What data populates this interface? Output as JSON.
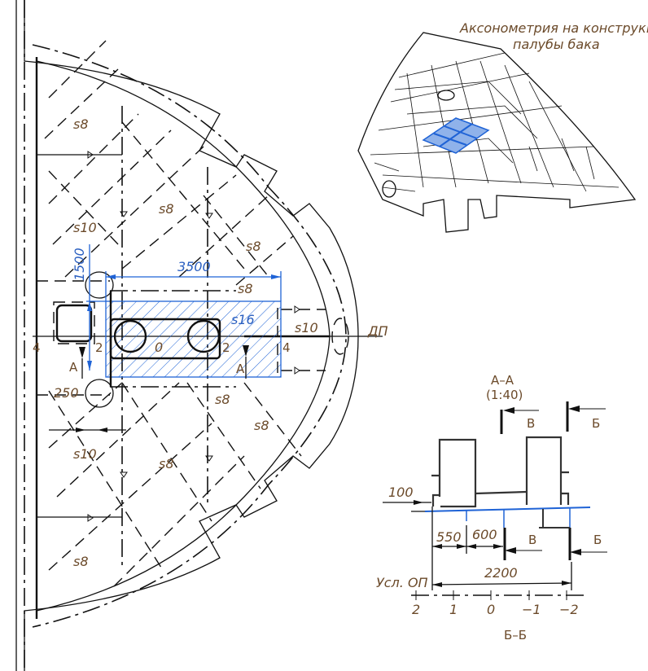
{
  "axonometry": {
    "title_line1": "Аксонометрия на конструкцию",
    "title_line2": "палубы бака",
    "accent_color": "#1f63d6"
  },
  "plan": {
    "thickness_labels": [
      "s8",
      "s8",
      "s10",
      "s8",
      "s8",
      "s16",
      "s10",
      "s8",
      "s8",
      "s10",
      "s8",
      "s8"
    ],
    "dim_1500": "1500",
    "dim_3500": "3500",
    "dim_250": "250",
    "centerline_label": "ДП",
    "frame_marks": [
      "4",
      "2",
      "0",
      "2",
      "4"
    ],
    "section_marks": [
      "A",
      "A"
    ]
  },
  "section_aa": {
    "title": "A–A",
    "scale": "(1:40)",
    "cut_labels": [
      "В",
      "Б",
      "В",
      "Б"
    ],
    "dim_100": "100",
    "dim_550": "550",
    "dim_600": "600",
    "dim_2200": "2200",
    "baseline_label": "Усл. ОП",
    "axis_ticks": [
      "2",
      "1",
      "0",
      "−1",
      "−2"
    ],
    "subtitle": "Б–Б"
  }
}
